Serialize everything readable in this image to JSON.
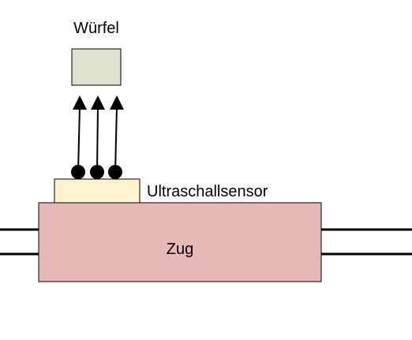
{
  "labels": {
    "cube": "Würfel",
    "sensor": "Ultraschallsensor",
    "train": "Zug"
  },
  "colors": {
    "cube_fill": "#dde3d0",
    "sensor_fill": "#fff2cc",
    "train_fill": "#e6b8b7",
    "outline": "#000000"
  },
  "signal": {
    "wave_count": 3,
    "direction": "up"
  }
}
